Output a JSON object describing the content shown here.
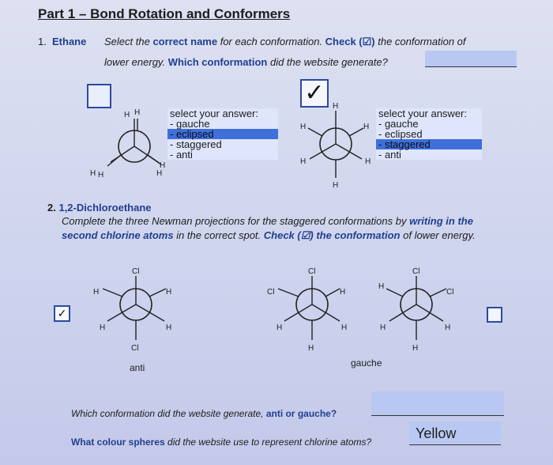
{
  "title": "Part 1 – Bond Rotation and Conformers",
  "q1": {
    "number": "1.",
    "label": "Ethane",
    "text_a": "Select the ",
    "text_b": "correct name",
    "text_c": " for each conformation. ",
    "text_d": "Check (☑)",
    "text_e": " the conformation of",
    "line2_a": "lower energy. ",
    "line2_b": "Which conformation",
    "line2_c": " did the website generate?",
    "select_prompt": "select your answer:",
    "options": [
      "- gauche",
      "- eclipsed",
      "- staggered",
      "- anti"
    ],
    "left_selected": "- eclipsed",
    "right_selected": "- staggered",
    "left_checked": false,
    "right_checked": true,
    "check_mark": "✓"
  },
  "q2": {
    "number": "2.",
    "label": "1,2-Dichloroethane",
    "line1_a": "Complete the three Newman projections for the staggered conformations by ",
    "line1_b": "writing in the",
    "line2_a": "second chlorine atoms",
    "line2_b": " in the correct spot. ",
    "line2_c": "Check (☑) the conformation",
    "line2_d": " of lower energy.",
    "anti_label": "anti",
    "gauche_label": "gauche",
    "first_checked": true,
    "last_checked": false
  },
  "bottom": {
    "q3": "Which conformation did the website generate, ",
    "q3_b": "anti or gauche?",
    "q4_a": "What colour spheres",
    "q4_b": " did the website use to represent chlorine atoms?",
    "q4_answer": "Yellow"
  },
  "atoms": {
    "H": "H",
    "Cl": "Cl"
  }
}
